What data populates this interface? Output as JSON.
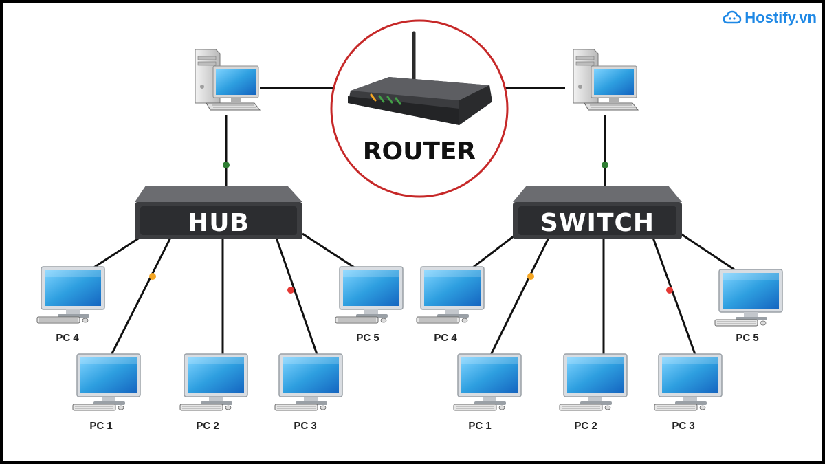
{
  "brand": {
    "text": "Hostify.vn",
    "color": "#1e88e5"
  },
  "router": {
    "label": "ROUTER",
    "circle_color": "#c62828"
  },
  "hub": {
    "label": "HUB",
    "pcs": [
      "PC 4",
      "PC 1",
      "PC 2",
      "PC 3",
      "PC 5"
    ]
  },
  "switch": {
    "label": "SWITCH",
    "pcs": [
      "PC 4",
      "PC 1",
      "PC 2",
      "PC 3",
      "PC 5"
    ]
  },
  "colors": {
    "device_body": "#3c3d40",
    "device_top": "#6b6c70",
    "screen": "#2e9fe0",
    "link": "#111111",
    "dot_green": "#2e7d32",
    "dot_orange": "#f5a623",
    "dot_red": "#e53935"
  }
}
